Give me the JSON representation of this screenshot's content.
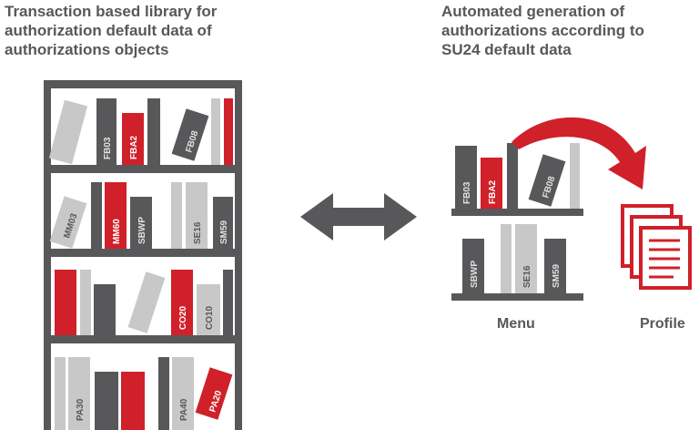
{
  "left_heading": "Transaction based library for\nauthorization default data of\nauthorizations objects",
  "right_heading": "Automated generation of\nauthorizations according to\nSU24 default data",
  "menu_caption": "Menu",
  "profile_caption": "Profile",
  "colors": {
    "dark": "#58585a",
    "red": "#d0202a",
    "light": "#c8c8c8",
    "shelf": "#58585a",
    "text_light": "#e0e0e0"
  },
  "library_books": {
    "shelf_1": [
      "FB03",
      "FBA2",
      "FB08"
    ],
    "shelf_2": [
      "MM03",
      "MM60",
      "SBWP",
      "SE16",
      "SM59"
    ],
    "shelf_3": [
      "CO20",
      "CO10"
    ],
    "shelf_4": [
      "PA30",
      "PA40",
      "PA20"
    ]
  },
  "menu_books": {
    "top_shelf": [
      "FB03",
      "FBA2",
      "FB08"
    ],
    "bottom_shelf": [
      "SBWP",
      "SE16",
      "SM59"
    ]
  },
  "icons": [
    "double-arrow-icon",
    "curved-arrow-icon",
    "document-stack-icon"
  ]
}
